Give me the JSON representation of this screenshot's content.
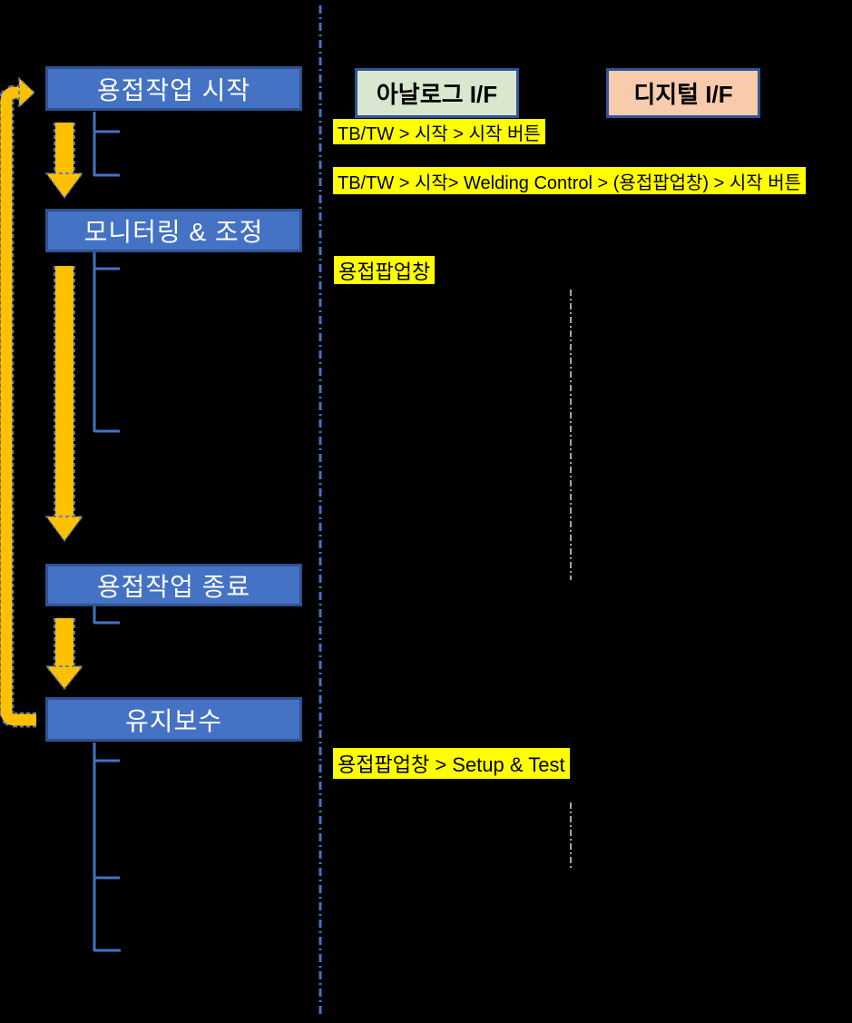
{
  "diagram": {
    "flow_steps": [
      {
        "id": "start",
        "label": "용접작업 시작"
      },
      {
        "id": "monitoring",
        "label": "모니터링 & 조정"
      },
      {
        "id": "end",
        "label": "용접작업 종료"
      },
      {
        "id": "maintenance",
        "label": "유지보수"
      }
    ],
    "interface_headers": [
      {
        "id": "analog",
        "label": "아날로그 I/F",
        "fill": "#D8E7CE"
      },
      {
        "id": "digital",
        "label": "디지털 I/F",
        "fill": "#F7CBAC"
      }
    ],
    "annotations": [
      {
        "id": "start-analog",
        "text": "TB/TW > 시작 > 시작 버튼"
      },
      {
        "id": "start-digital",
        "text": "TB/TW > 시작> Welding Control > (용접팝업창) > 시작 버튼"
      },
      {
        "id": "monitoring-popup",
        "text": "용접팝업창"
      },
      {
        "id": "maintenance-popup",
        "text": "용접팝업창 > Setup & Test"
      }
    ],
    "colors": {
      "background": "#000000",
      "box_fill": "#4472C4",
      "box_border": "#2F528F",
      "box_text": "#FFFFFF",
      "arrow_fill": "#FFC000",
      "arrow_edge": "#4472C4",
      "bracket_line": "#4472C4",
      "divider_line": "#4472C4",
      "guide_line": "#A6A6A6",
      "highlight": "#FFFF00",
      "analog_fill": "#D8E7CE",
      "digital_fill": "#F7CBAC",
      "header_border": "#2F5597"
    }
  }
}
